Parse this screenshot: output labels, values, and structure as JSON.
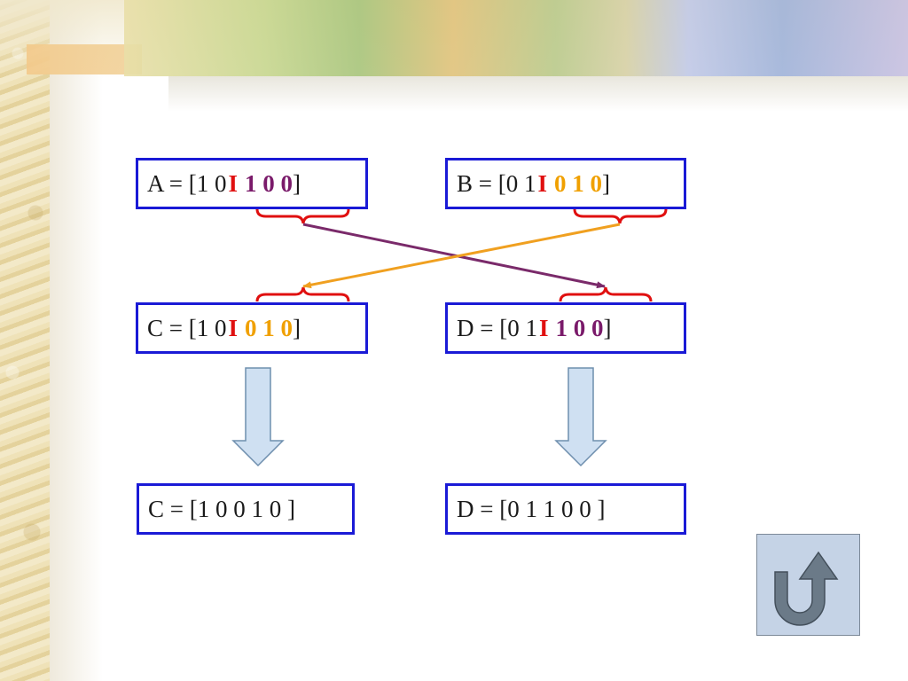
{
  "boxes": {
    "a": {
      "prefix": "A = [1 0",
      "sep": "I",
      "bits": "1 0 0",
      "suffix": "]"
    },
    "b": {
      "prefix": "B = [0 1",
      "sep": "I",
      "bits": "0 1 0",
      "suffix": " ]"
    },
    "c": {
      "prefix": "C = [1 0",
      "sep": "I",
      "bits": "0 1 0",
      "suffix": " ]"
    },
    "d": {
      "prefix": "D = [0 1",
      "sep": "I",
      "bits": "1 0 0",
      "suffix": " ]"
    },
    "c_result": {
      "text": "C = [1 0 0 1 0 ]"
    },
    "d_result": {
      "text": "D = [0 1 1 0 0 ]"
    }
  },
  "colors": {
    "box_border": "#1a1ad6",
    "separator": "#e01010",
    "bits_a": "#7a1a6a",
    "bits_b": "#f0a000",
    "brace": "#e01010",
    "arrow_purple": "#7a2a6a",
    "arrow_orange": "#f0a020",
    "down_arrow_fill": "#cfe0f2"
  },
  "icons": {
    "return": "u-turn-arrow-icon"
  }
}
